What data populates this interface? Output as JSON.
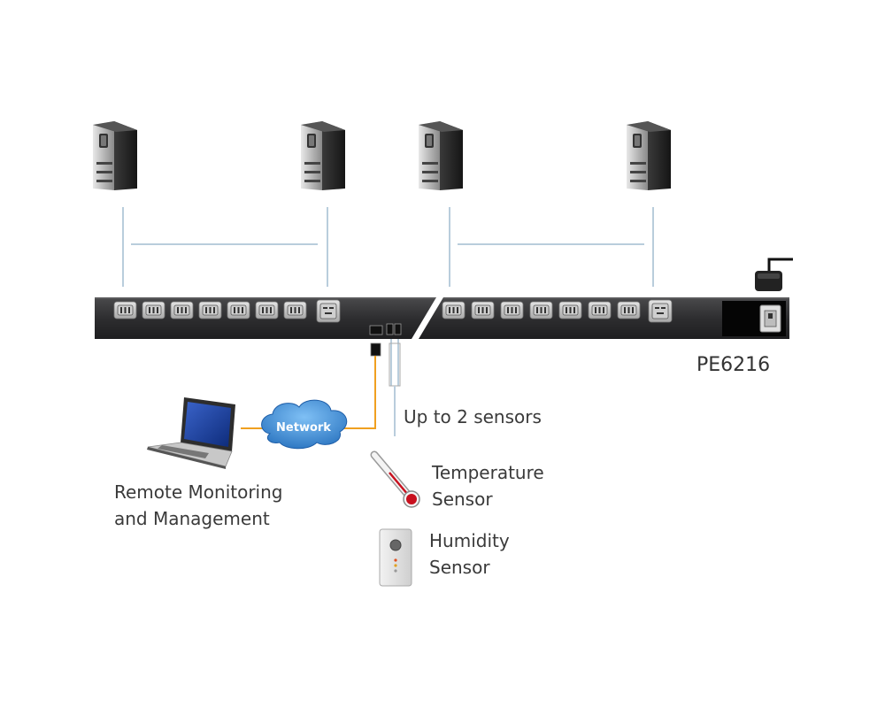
{
  "model": "PE6216",
  "network_label": "Network",
  "sensor_count_label": "Up to 2 sensors",
  "remote_label": [
    "Remote Monitoring",
    "and Management"
  ],
  "temperature_label": [
    "Temperature",
    "Sensor"
  ],
  "humidity_label": [
    "Humidity",
    "Sensor"
  ],
  "colors": {
    "pdu_body": "#2e2e30",
    "connection_line": "#b9cddc",
    "network_cable": "#f0a020",
    "cloud": "#3c8fd6",
    "thermometer_bulb": "#c8101e"
  }
}
